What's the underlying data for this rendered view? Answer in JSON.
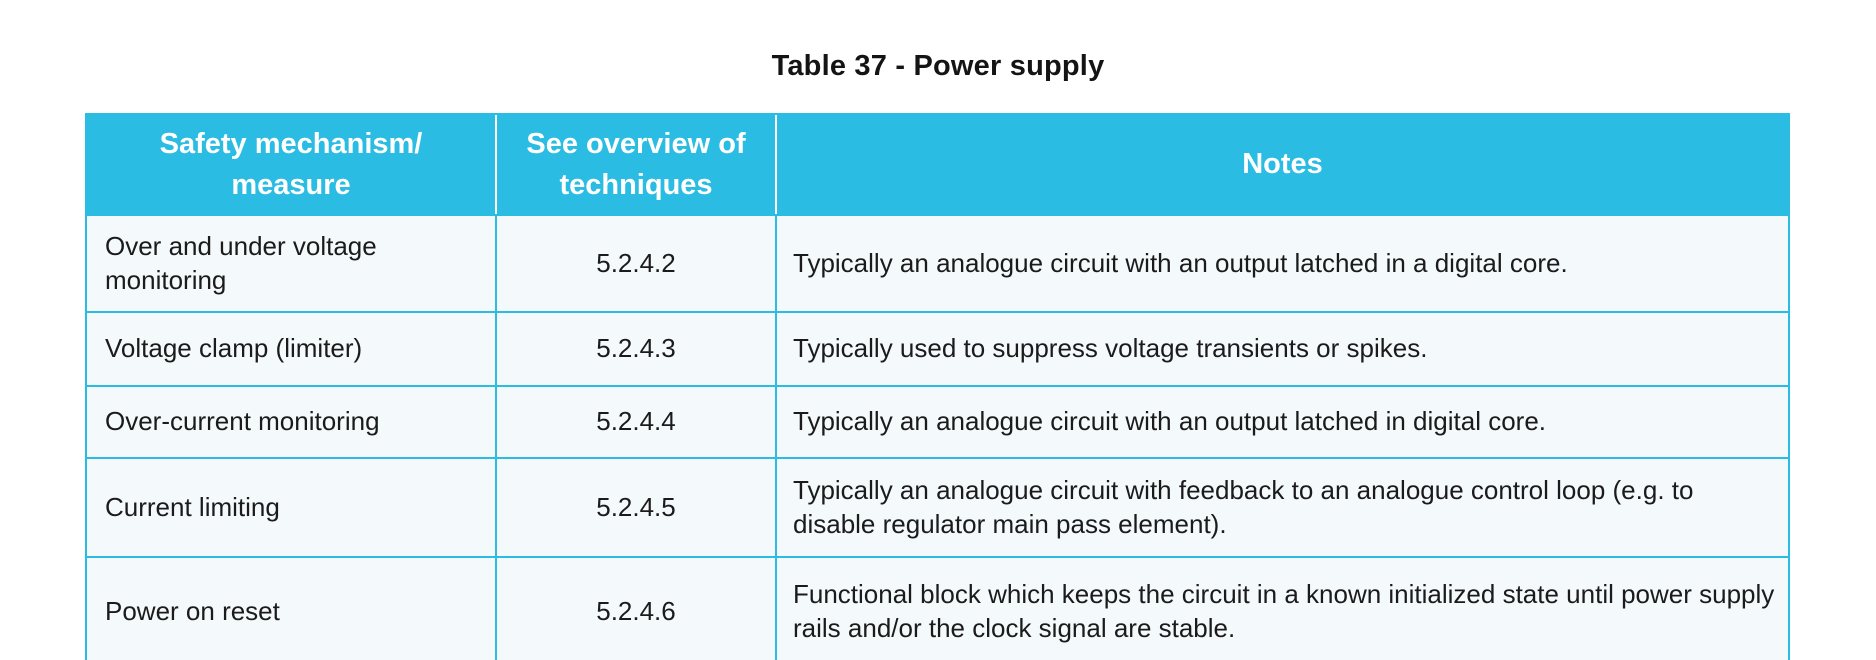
{
  "page": {
    "title": "Table 37 - Power supply"
  },
  "colors": {
    "header_bg": "#2ABCE2",
    "grid_border": "#2ABCE2",
    "row_bg": "#F4F9FC",
    "header_text": "#FFFFFF",
    "body_text": "#1B1B1B"
  },
  "table": {
    "columns": [
      {
        "label": "Safety mechanism/\nmeasure"
      },
      {
        "label": "See overview of\ntechniques"
      },
      {
        "label": "Notes"
      }
    ],
    "rows": [
      {
        "mechanism": "Over and under voltage monitoring",
        "ref": "5.2.4.2",
        "notes": "Typically an analogue circuit with an output latched in a digital core."
      },
      {
        "mechanism": "Voltage clamp (limiter)",
        "ref": "5.2.4.3",
        "notes": "Typically used to suppress voltage transients or spikes."
      },
      {
        "mechanism": "Over-current monitoring",
        "ref": "5.2.4.4",
        "notes": "Typically an analogue circuit with an output latched in digital core."
      },
      {
        "mechanism": "Current limiting",
        "ref": "5.2.4.5",
        "notes": "Typically an analogue circuit with feedback to an analogue control loop (e.g. to disable regulator main pass element)."
      },
      {
        "mechanism": "Power on reset",
        "ref": "5.2.4.6",
        "notes": "Functional block which keeps the circuit in a known initialized state until power supply rails and/or the clock signal are stable."
      }
    ]
  }
}
